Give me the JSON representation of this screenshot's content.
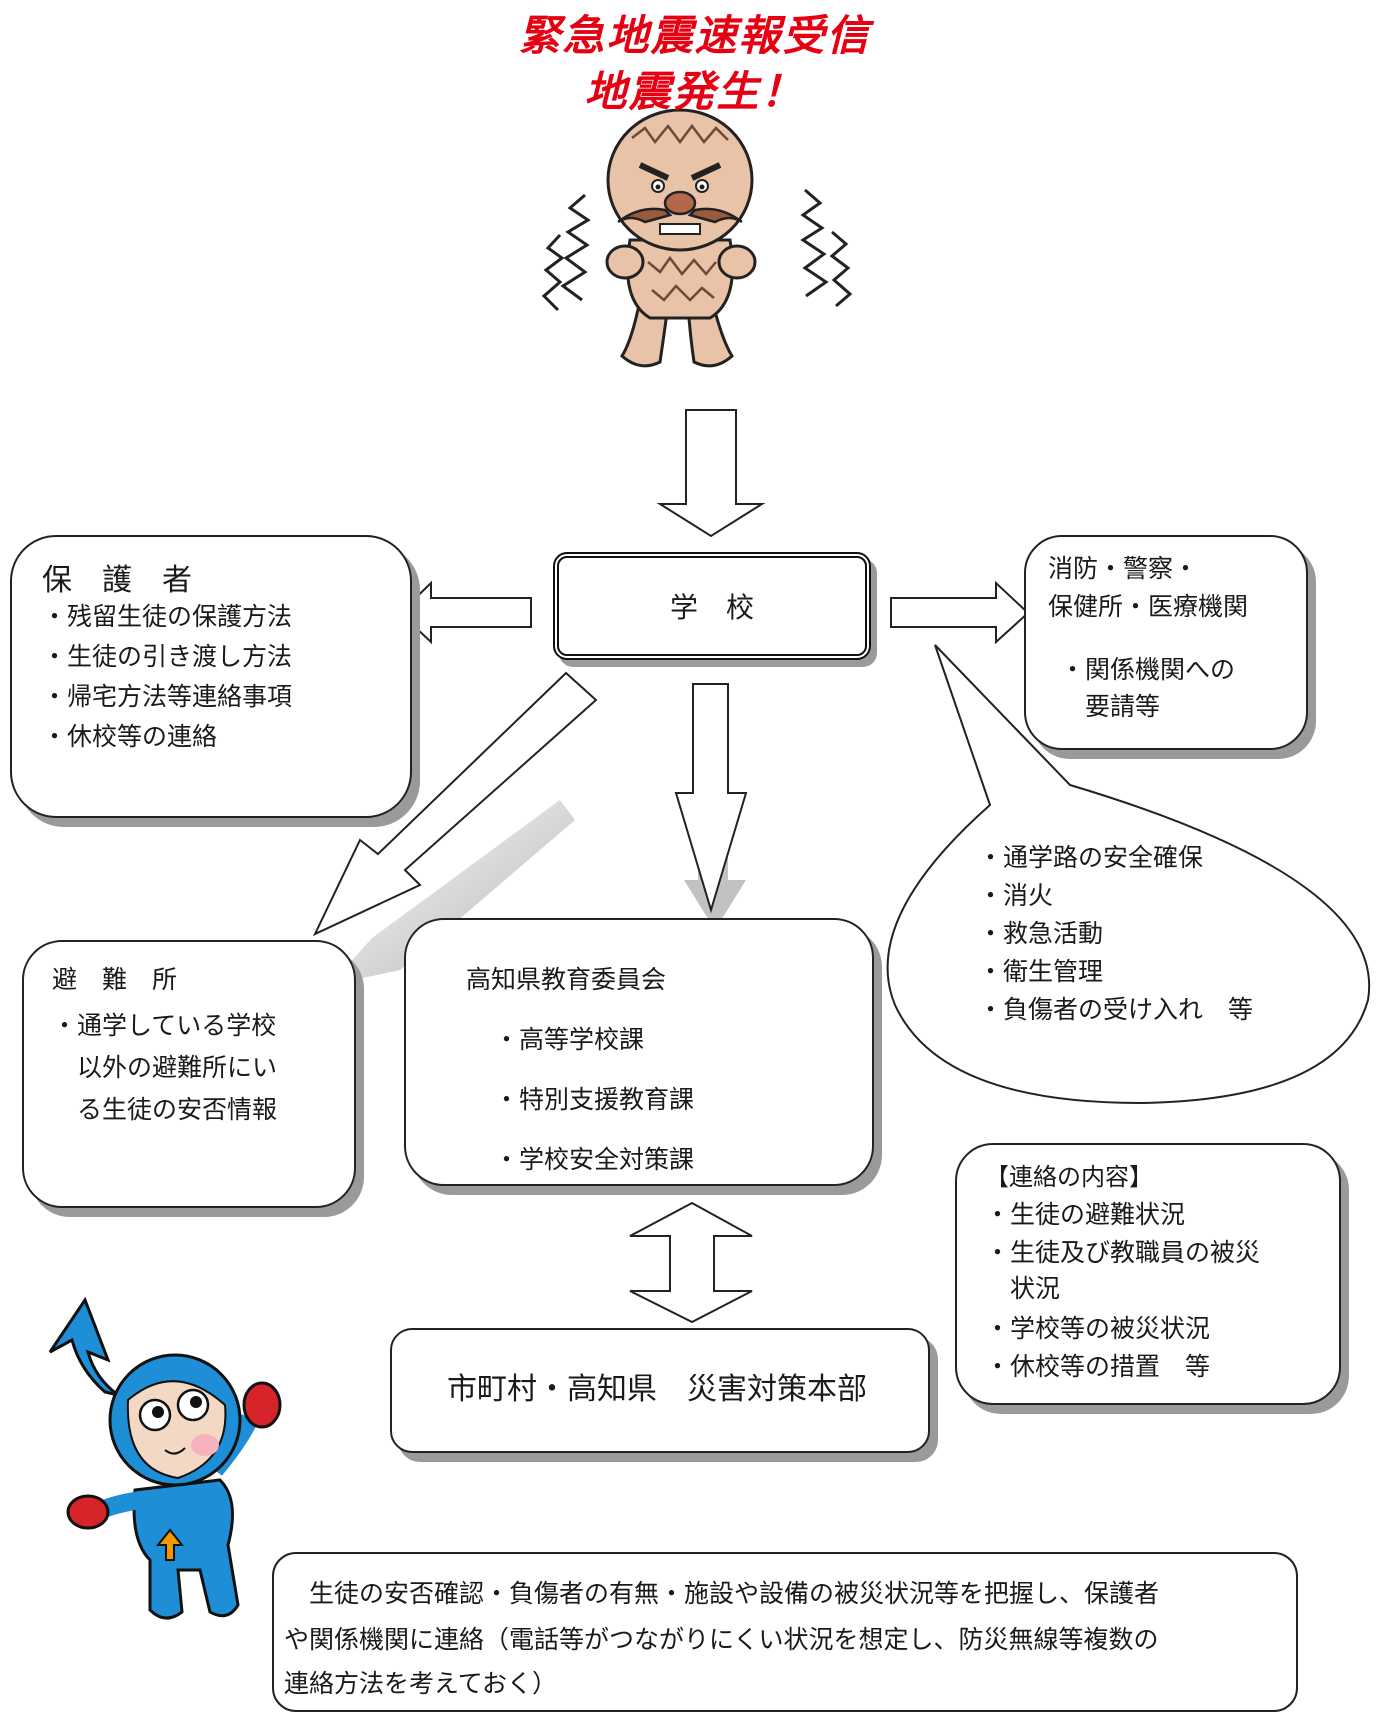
{
  "title": {
    "line1": "緊急地震速報受信",
    "line2": "地震発生！"
  },
  "school": {
    "label": "学　校"
  },
  "guardians": {
    "heading": "保　護　者",
    "items": [
      "・残留生徒の保護方法",
      "・生徒の引き渡し方法",
      "・帰宅方法等連絡事項",
      "・休校等の連絡"
    ]
  },
  "agencies": {
    "heading_line1": "消防・警察・",
    "heading_line2": "保健所・医療機関",
    "items": [
      "・関係機関への",
      "　要請等"
    ]
  },
  "balloon": {
    "items": [
      "・通学路の安全確保",
      "・消火",
      "・救急活動",
      "・衛生管理",
      "・負傷者の受け入れ　等"
    ]
  },
  "shelter": {
    "heading": "避　難　所",
    "items": [
      "・通学している学校",
      "　以外の避難所にい",
      "　る生徒の安否情報"
    ]
  },
  "board": {
    "heading": "高知県教育委員会",
    "items": [
      "・高等学校課",
      "・特別支援教育課",
      "・学校安全対策課"
    ]
  },
  "contact": {
    "heading": "【連絡の内容】",
    "items": [
      "・生徒の避難状況",
      "・生徒及び教職員の被災",
      "　状況",
      "・学校等の被災状況",
      "・休校等の措置　等"
    ]
  },
  "hq": {
    "label": "市町村・高知県　災害対策本部"
  },
  "note": {
    "lines": [
      "　生徒の安否確認・負傷者の有無・施設や設備の被災状況等を把握し、保護者",
      "や関係機関に連絡（電話等がつながりにくい状況を想定し、防災無線等複数の",
      "連絡方法を考えておく）"
    ]
  },
  "colors": {
    "title": "#e60012",
    "mascot_blue": "#1e8fd6",
    "mascot_red": "#d7232a",
    "monster_skin": "#e8c3a8"
  },
  "icons": {
    "earthquake_character": "namazu-monster-icon",
    "mascot": "safety-mascot-icon"
  }
}
